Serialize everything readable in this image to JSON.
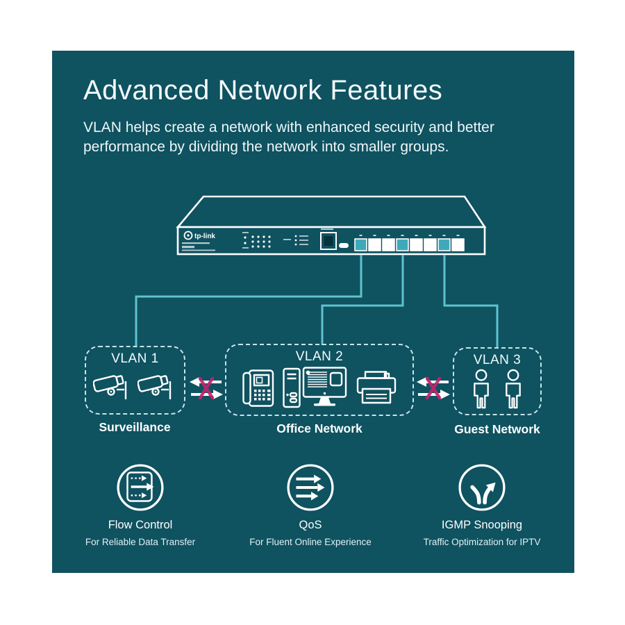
{
  "page": {
    "title": "Advanced Network Features",
    "subtitle": "VLAN helps create a network with enhanced security and better performance by dividing the network into smaller groups."
  },
  "device": {
    "brand": "tp-link",
    "type": "managed-switch",
    "ports_total": 8,
    "highlighted_ports": [
      1,
      4,
      7
    ]
  },
  "vlans": [
    {
      "title": "VLAN 1",
      "label": "Surveillance",
      "devices": [
        "cctv-camera",
        "cctv-camera"
      ]
    },
    {
      "title": "VLAN 2",
      "label": "Office Network",
      "devices": [
        "ip-phone",
        "desktop-computer",
        "printer"
      ]
    },
    {
      "title": "VLAN 3",
      "label": "Guest Network",
      "devices": [
        "person",
        "person"
      ]
    }
  ],
  "blocked_links": [
    {
      "between": "VLAN 1 and VLAN 2"
    },
    {
      "between": "VLAN 2 and VLAN 3"
    }
  ],
  "features": [
    {
      "name": "Flow Control",
      "description": "For Reliable Data Transfer",
      "icon": "flow-control-icon"
    },
    {
      "name": "QoS",
      "description": "For Fluent Online Experience",
      "icon": "qos-icon"
    },
    {
      "name": "IGMP Snooping",
      "description": "Traffic Optimization for IPTV",
      "icon": "igmp-snooping-icon"
    }
  ],
  "colors": {
    "canvas": "#ffffff",
    "panel": "#0f5260",
    "text": "#ffffff",
    "connector": "#5fc3d0",
    "port_highlight": "#3fa9ba",
    "blocked_x": "#c2246e",
    "dashed_border": "#c6e6ea"
  }
}
